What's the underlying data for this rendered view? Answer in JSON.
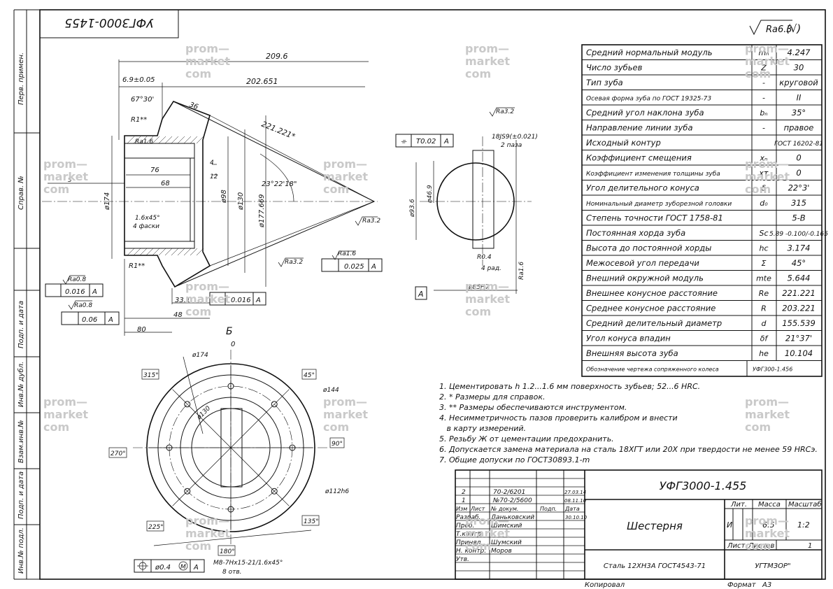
{
  "drawing": {
    "designation": "УФГ3000-1.455",
    "designation_rotated": "УФГ3000-1455",
    "roughness_general": "Ra6.3",
    "roughness_check": "(√)",
    "title": "Шестерня",
    "material": "Сталь 12ХН3А ГОСТ4543-71",
    "organization": "УГТМЗОР\"",
    "copied": "Копировал",
    "format_label": "Формат",
    "format_value": "А3",
    "view_label": "Б",
    "top_zero": "0"
  },
  "side_stamps": [
    "Перв. примен.",
    "Справ. №",
    "Подп. и дата",
    "Инв.№ дубл.",
    "Взам.инв.№",
    "Подп. и дата",
    "Инв.№ подл."
  ],
  "parameters": [
    {
      "name": "Средний нормальный модуль",
      "symbol": "mₙ",
      "value": "4.247"
    },
    {
      "name": "Число зубьев",
      "symbol": "Z",
      "value": "30"
    },
    {
      "name": "Тип зуба",
      "symbol": "-",
      "value": "круговой"
    },
    {
      "name": "Осевая форма зуба по ГОСТ 19325-73",
      "symbol": "-",
      "value": "II"
    },
    {
      "name": "Средний угол наклона зуба",
      "symbol": "bₙ",
      "value": "35°"
    },
    {
      "name": "Направление линии зуба",
      "symbol": "-",
      "value": "правое"
    },
    {
      "name": "Исходный контур",
      "symbol": "",
      "value": "ГОСТ 16202-81"
    },
    {
      "name": "Коэффициент смещения",
      "symbol": "xₙ",
      "value": "0"
    },
    {
      "name": "Коэффициент изменения толщины зуба",
      "symbol": "xτ",
      "value": "0"
    },
    {
      "name": "Угол делительного конуса",
      "symbol": "δ",
      "value": "22°3'"
    },
    {
      "name": "Номинальный диаметр зуборезной головки",
      "symbol": "d₀",
      "value": "315"
    },
    {
      "name": "Степень точности ГОСТ 1758-81",
      "symbol": "",
      "value": "5-B"
    },
    {
      "name": "Постоянная хорда зуба",
      "symbol": "Sc",
      "value": "5.89 -0.100/-0.165"
    },
    {
      "name": "Высота до постоянной хорды",
      "symbol": "hc",
      "value": "3.174"
    },
    {
      "name": "Межосевой угол передачи",
      "symbol": "Σ",
      "value": "45°"
    },
    {
      "name": "Внешний окружной модуль",
      "symbol": "mte",
      "value": "5.644"
    },
    {
      "name": "Внешнее конусное расстояние",
      "symbol": "Re",
      "value": "221.221"
    },
    {
      "name": "Среднее конусное расстояние",
      "symbol": "R",
      "value": "203.221"
    },
    {
      "name": "Средний делительный диаметр",
      "symbol": "d",
      "value": "155.539"
    },
    {
      "name": "Угол конуса впадин",
      "symbol": "δf",
      "value": "21°37'"
    },
    {
      "name": "Внешняя высота зуба",
      "symbol": "he",
      "value": "10.104"
    },
    {
      "name": "Обозначение чертежа сопряженного колеса",
      "symbol": "",
      "value": "УФГ300-1.456"
    }
  ],
  "notes": [
    "1. Цементировать h 1.2...1.6 мм поверхность зубьев; 52...6 HRC.",
    "2. * Размеры для справок.",
    "3. ** Размеры обеспечиваются инструментом.",
    "4. Несимметричность пазов проверить калибром и внести",
    "   в карту измерений.",
    "5. Резьбу Ж от цементации предохранить.",
    "6. Допускается замена материала на сталь 18ХГТ или 20Х при твердости не менее 59 HRCэ.",
    "7. Общие допуски по ГОСТ30893.1-m"
  ],
  "title_block": {
    "revisions": [
      {
        "izm": "2",
        "list": "",
        "doc": "70-2/6201",
        "sign": "",
        "date": "27.03.14"
      },
      {
        "izm": "1",
        "list": "",
        "doc": "№70-2/5600",
        "sign": "",
        "date": "08.11.10"
      }
    ],
    "headers": {
      "izm": "Изм",
      "list": "Лист",
      "doc": "№ докум.",
      "sign": "Подп.",
      "date": "Дата"
    },
    "roles": [
      {
        "role": "Разраб.",
        "name": "Даньковский",
        "date": "30.10.10"
      },
      {
        "role": "Проб.",
        "name": "Шимский",
        "date": ""
      },
      {
        "role": "Т.контр.",
        "name": "",
        "date": ""
      },
      {
        "role": "Принял",
        "name": "Шумский",
        "date": ""
      },
      {
        "role": "Н. контр.",
        "name": "Моров",
        "date": ""
      },
      {
        "role": "Утв.",
        "name": "",
        "date": ""
      }
    ],
    "lit_label": "Лит.",
    "mass_label": "Масса",
    "scale_label": "Масштаб",
    "lit_value": "И",
    "mass_value": "6.5",
    "scale_value": "1:2",
    "sheet_label": "Лист",
    "sheets_label": "Листов",
    "sheets_value": "1"
  },
  "dims": {
    "d209": "209.6",
    "d202": "202.651",
    "d6_9": "6.9±0.05",
    "d67": "67°30'",
    "d36": "36",
    "d221": "221.221*",
    "r1a": "R1**",
    "ra16": "Ra1.6",
    "d76": "76",
    "d68": "68",
    "d4": "4",
    "d12": "12",
    "d5": "5",
    "d174": "ø174",
    "d98": "ø98",
    "d130": "ø130",
    "d177": "ø177.669",
    "ang": "23°22'18\"",
    "ch": "1.6x45°",
    "ch2": "4 фаски",
    "r1b": "R1**",
    "ra32a": "Ra3.2",
    "ra16b": "Ra1.6",
    "tol025": "0.025",
    "ra08": "Ra0.8",
    "tol016": "0.016",
    "ra08b": "Ra0.8",
    "tol06": "0.06",
    "d33": "33.1",
    "tol016b": "0.016",
    "d48": "48",
    "d80": "80",
    "ra32b": "Ra3.2",
    "tol002": "T0.02",
    "dat_a": "A",
    "key": "18JS9(±0.021)",
    "key2": "2 паза",
    "d46": "ø46.9",
    "d93": "ø93.6",
    "r04": "R0.4",
    "r04b": "4 рад.",
    "d85": "ø85H7",
    "ra16c": "Ra1.6",
    "v174": "ø174",
    "v144": "ø144",
    "v112": "ø112h6",
    "v130": "ø130",
    "a315": "315°",
    "a45": "45°",
    "a270": "270°",
    "a90": "90°",
    "a225": "225°",
    "a135": "135°",
    "a180": "180°",
    "pos": "ø0.4",
    "posA": "A",
    "thread": "M8-7Hx15-21/1.6x45°",
    "thread2": "8 отв."
  },
  "watermarks": [
    "prom—",
    "market",
    "com"
  ]
}
